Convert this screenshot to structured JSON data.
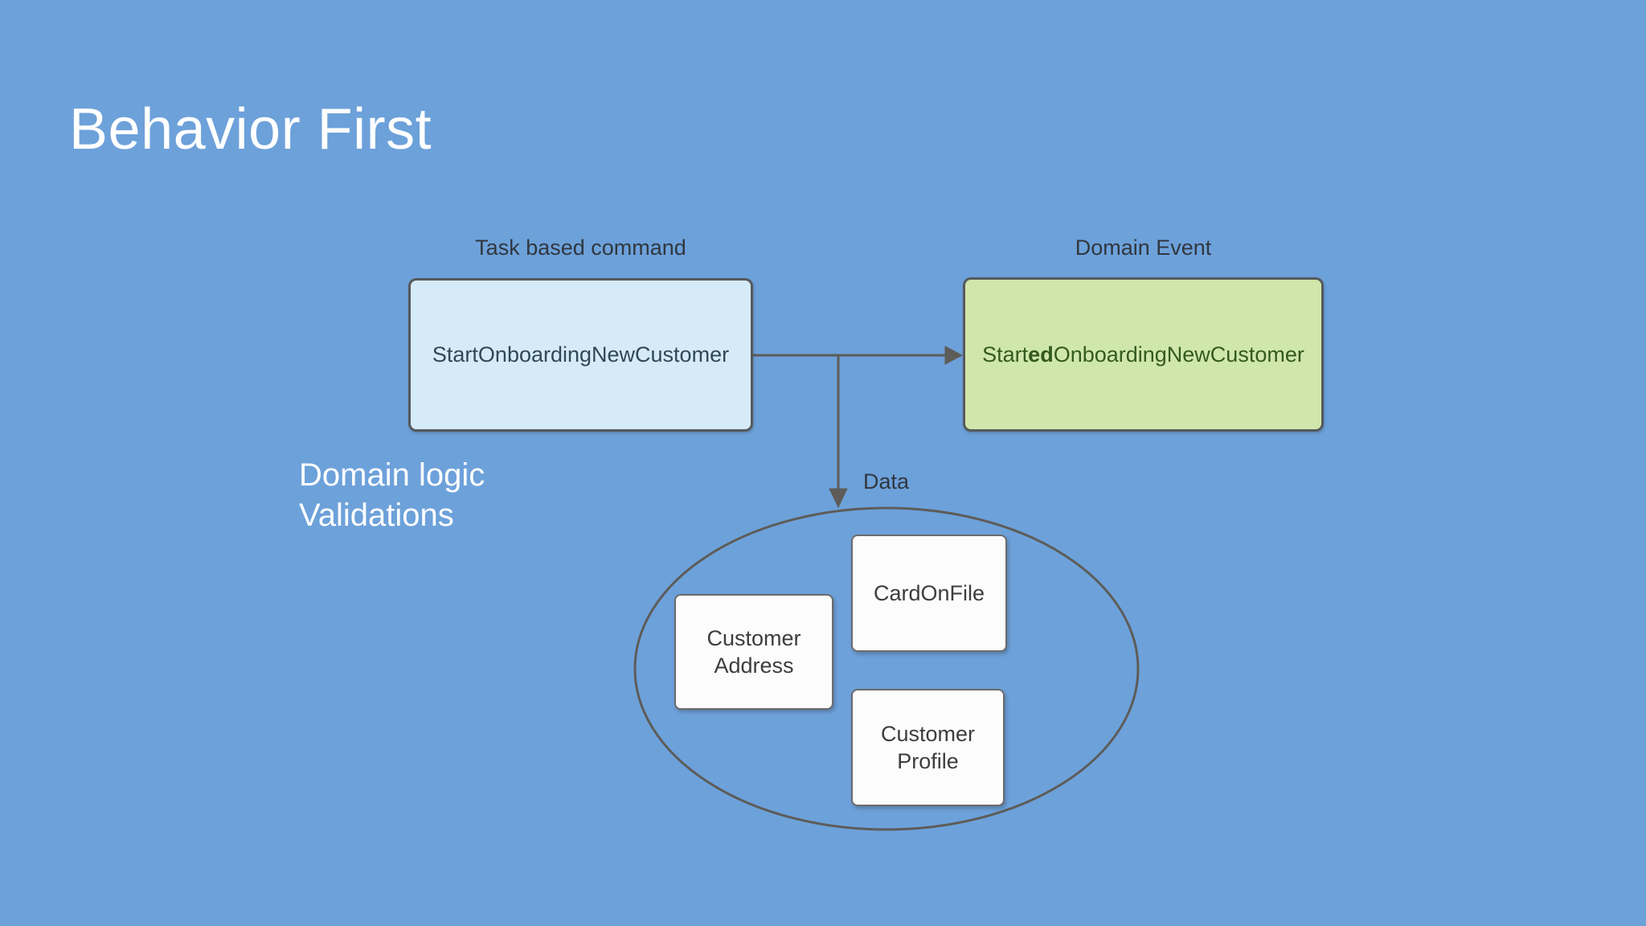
{
  "slide": {
    "title": "Behavior First",
    "background_color": "#6da1da"
  },
  "command_node": {
    "caption": "Task based command",
    "label": "StartOnboardingNewCustomer",
    "fill_color": "#d6ebf8",
    "text_color": "#314859"
  },
  "event_node": {
    "caption": "Domain Event",
    "label_prefix": "Start",
    "label_bold": "ed",
    "label_suffix": "OnboardingNewCustomer",
    "fill_color": "#d0e7ab",
    "text_color": "#34591f"
  },
  "side_note": {
    "line1": "Domain logic",
    "line2": "Validations"
  },
  "data_group": {
    "label": "Data",
    "boxes": {
      "card_on_file": {
        "line1": "CardOnFile",
        "line2": ""
      },
      "customer_address": {
        "line1": "Customer",
        "line2": "Address"
      },
      "customer_profile": {
        "line1": "Customer",
        "line2": "Profile"
      }
    }
  },
  "diagram_style": {
    "connector_color": "#5d5c58",
    "box_border_color": "#56595c",
    "data_box_fill": "#fcfcfc",
    "caption_text_color": "#30373f"
  }
}
